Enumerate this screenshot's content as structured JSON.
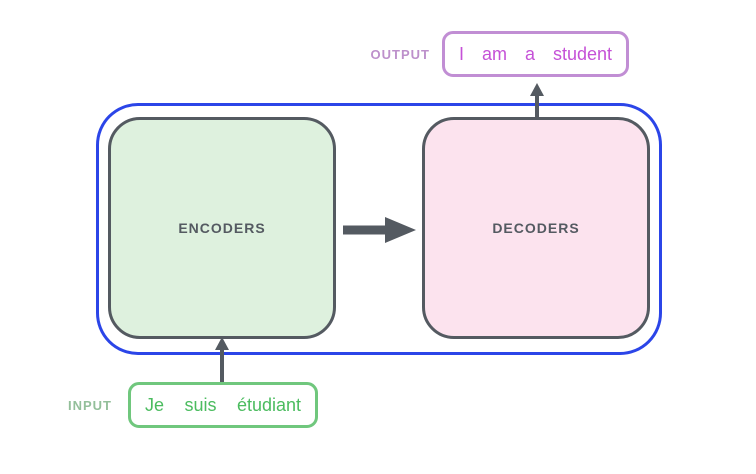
{
  "colors": {
    "background": "#ffffff",
    "container_border": "#2b45e8",
    "box_border": "#545a61",
    "encoders_fill": "#def1de",
    "decoders_fill": "#fce3ee",
    "arrow": "#545a61",
    "output_border": "#c18ed4",
    "output_text": "#c551d7",
    "output_label": "#bd90cb",
    "input_border": "#70c77d",
    "input_text": "#4bbc5f",
    "input_label": "#93bf9a"
  },
  "diagram": {
    "encoders": {
      "label": "ENCODERS"
    },
    "decoders": {
      "label": "DECODERS"
    },
    "output": {
      "label": "OUTPUT",
      "tokens": [
        "I",
        "am",
        "a",
        "student"
      ]
    },
    "input": {
      "label": "INPUT",
      "tokens": [
        "Je",
        "suis",
        "étudiant"
      ]
    }
  }
}
